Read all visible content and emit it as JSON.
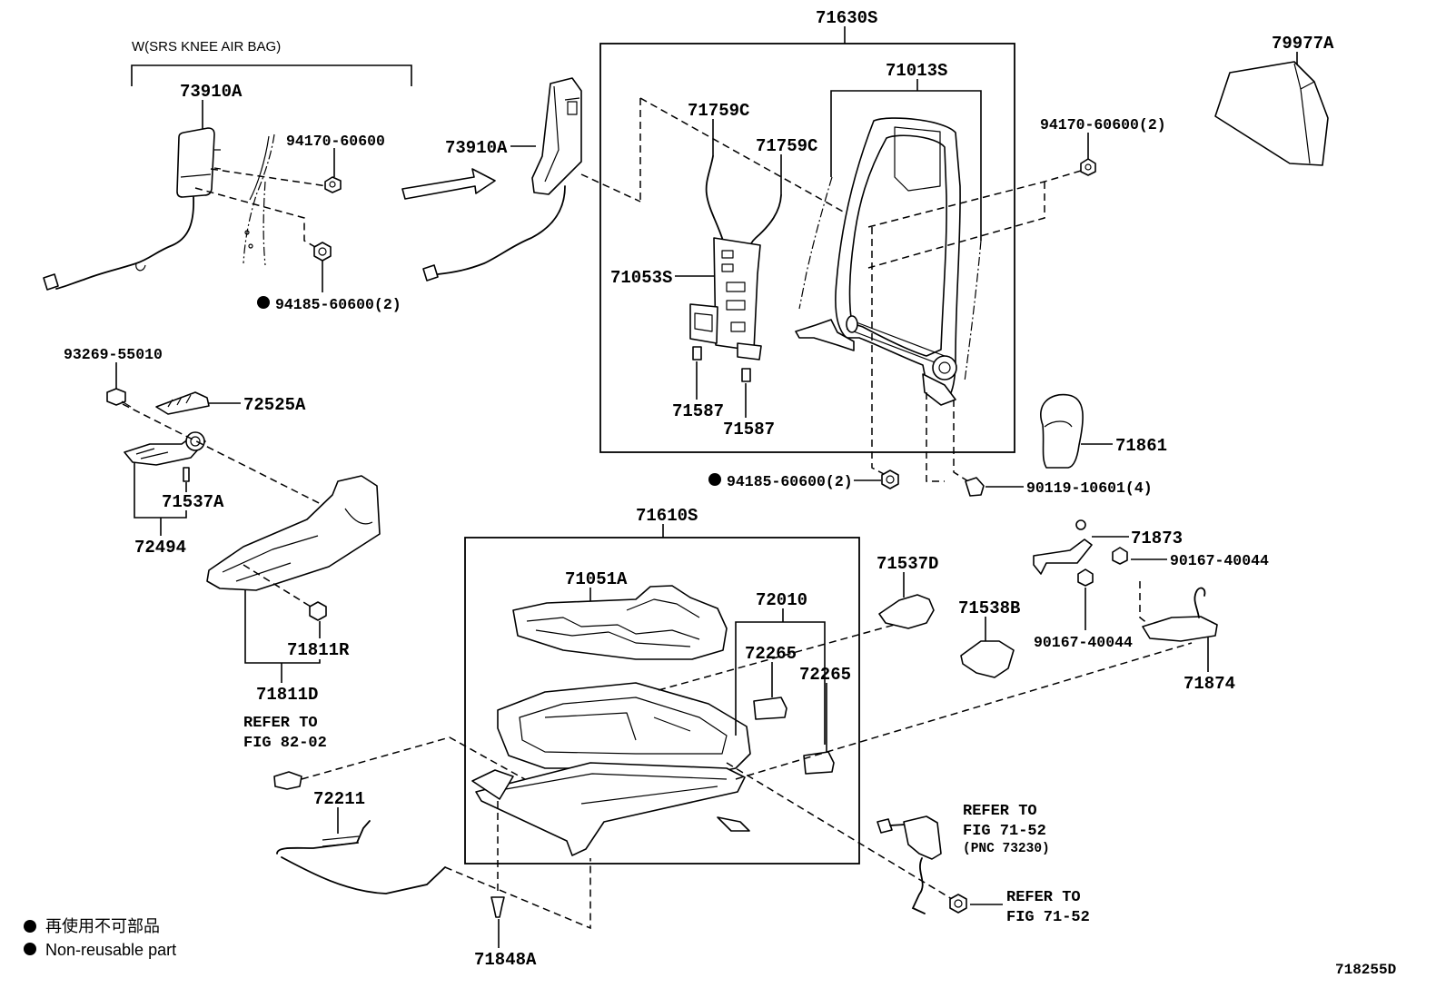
{
  "variant_note": "W(SRS KNEE AIR BAG)",
  "parts": {
    "pn_73910a_left": "73910A",
    "pn_94170_60600_left": "94170-60600",
    "pn_94185_60600_left": "94185-60600(2)",
    "pn_73910a_mid": "73910A",
    "pn_71630s": "71630S",
    "pn_71013s": "71013S",
    "pn_71759c_a": "71759C",
    "pn_71759c_b": "71759C",
    "pn_71053s": "71053S",
    "pn_71587_a": "71587",
    "pn_71587_b": "71587",
    "pn_79977a": "79977A",
    "pn_94170_60600_right": "94170-60600(2)",
    "pn_71861": "71861",
    "pn_94185_60600_mid": "94185-60600(2)",
    "pn_90119_10601": "90119-10601(4)",
    "pn_93269_55010": "93269-55010",
    "pn_72525a": "72525A",
    "pn_71537a": "71537A",
    "pn_72494": "72494",
    "pn_71811r": "71811R",
    "pn_71811d": "71811D",
    "pn_72211": "72211",
    "pn_71610s": "71610S",
    "pn_71051a": "71051A",
    "pn_72010": "72010",
    "pn_72265_a": "72265",
    "pn_72265_b": "72265",
    "pn_71537d": "71537D",
    "pn_71538b": "71538B",
    "pn_71873": "71873",
    "pn_90167_40044_right": "90167-40044",
    "pn_90167_40044_left": "90167-40044",
    "pn_71874": "71874",
    "pn_71848a": "71848A"
  },
  "references": {
    "fig_82_02": {
      "line1": "REFER TO",
      "line2": "FIG 82-02"
    },
    "fig_71_52_upper": {
      "line1": "REFER TO",
      "line2": "FIG 71-52",
      "line3": "(PNC 73230)"
    },
    "fig_71_52_lower": {
      "line1": "REFER TO",
      "line2": "FIG 71-52"
    }
  },
  "legend": {
    "japanese": "再使用不可部品",
    "english": "Non-reusable part"
  },
  "diagram_code": "718255D"
}
